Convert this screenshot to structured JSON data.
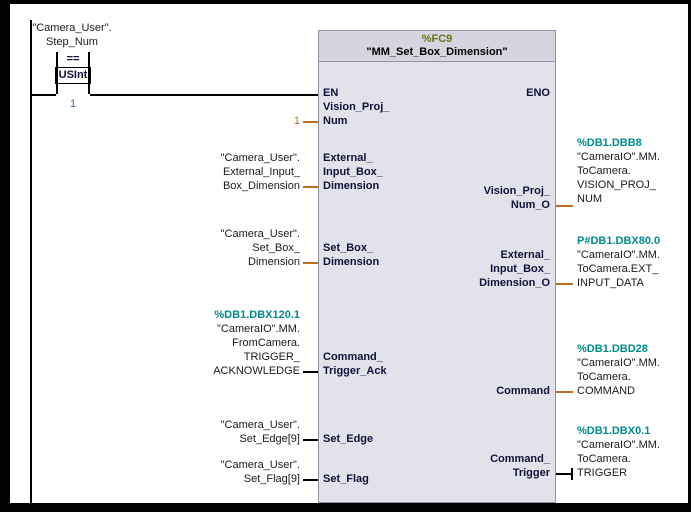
{
  "colors": {
    "address_teal": "#008c8c",
    "block_address_olive": "#6e6e14",
    "data_wire_tan": "#bc6f1f",
    "constant_blue": "#2e74b5",
    "block_body": "#e2e2ea",
    "block_header": "#d5d5df"
  },
  "contact": {
    "tag": [
      "\"Camera_User\".",
      "Step_Num"
    ],
    "operator": "==",
    "datatype": "USInt",
    "value": "1"
  },
  "block": {
    "address": "%FC9",
    "name": "\"MM_Set_Box_Dimension\"",
    "en": "EN",
    "eno": "ENO",
    "input_pins": {
      "vision_proj_num": [
        "Vision_Proj_",
        "Num"
      ],
      "external_input_box_dimension": [
        "External_",
        "Input_Box_",
        "Dimension"
      ],
      "set_box_dimension": [
        "Set_Box_",
        "Dimension"
      ],
      "command_trigger_ack": [
        "Command_",
        "Trigger_Ack"
      ],
      "set_edge": "Set_Edge",
      "set_flag": "Set_Flag"
    },
    "output_pins": {
      "vision_proj_num_o": [
        "Vision_Proj_",
        "Num_O"
      ],
      "external_input_box_dimension_o": [
        "External_",
        "Input_Box_",
        "Dimension_O"
      ],
      "command": "Command",
      "command_trigger": [
        "Command_",
        "Trigger"
      ]
    }
  },
  "left_operands": {
    "vision_value": "1",
    "external_input": [
      "\"Camera_User\".",
      "External_Input_",
      "Box_Dimension"
    ],
    "set_box": [
      "\"Camera_User\".",
      "Set_Box_",
      "Dimension"
    ],
    "trigger_ack": {
      "address": "%DB1.DBX120.1",
      "lines": [
        "\"CameraIO\".MM.",
        "FromCamera.",
        "TRIGGER_",
        "ACKNOWLEDGE"
      ]
    },
    "set_edge": [
      "\"Camera_User\".",
      "Set_Edge[9]"
    ],
    "set_flag": [
      "\"Camera_User\".",
      "Set_Flag[9]"
    ]
  },
  "right_operands": {
    "vision_proj_num": {
      "address": "%DB1.DBB8",
      "lines": [
        "\"CameraIO\".MM.",
        "ToCamera.",
        "VISION_PROJ_",
        "NUM"
      ]
    },
    "ext_input_data": {
      "address": "P#DB1.DBX80.0",
      "lines": [
        "\"CameraIO\".MM.",
        "ToCamera.EXT_",
        "INPUT_DATA"
      ]
    },
    "command": {
      "address": "%DB1.DBD28",
      "lines": [
        "\"CameraIO\".MM.",
        "ToCamera.",
        "COMMAND"
      ]
    },
    "trigger": {
      "address": "%DB1.DBX0.1",
      "lines": [
        "\"CameraIO\".MM.",
        "ToCamera.",
        "TRIGGER"
      ]
    }
  }
}
